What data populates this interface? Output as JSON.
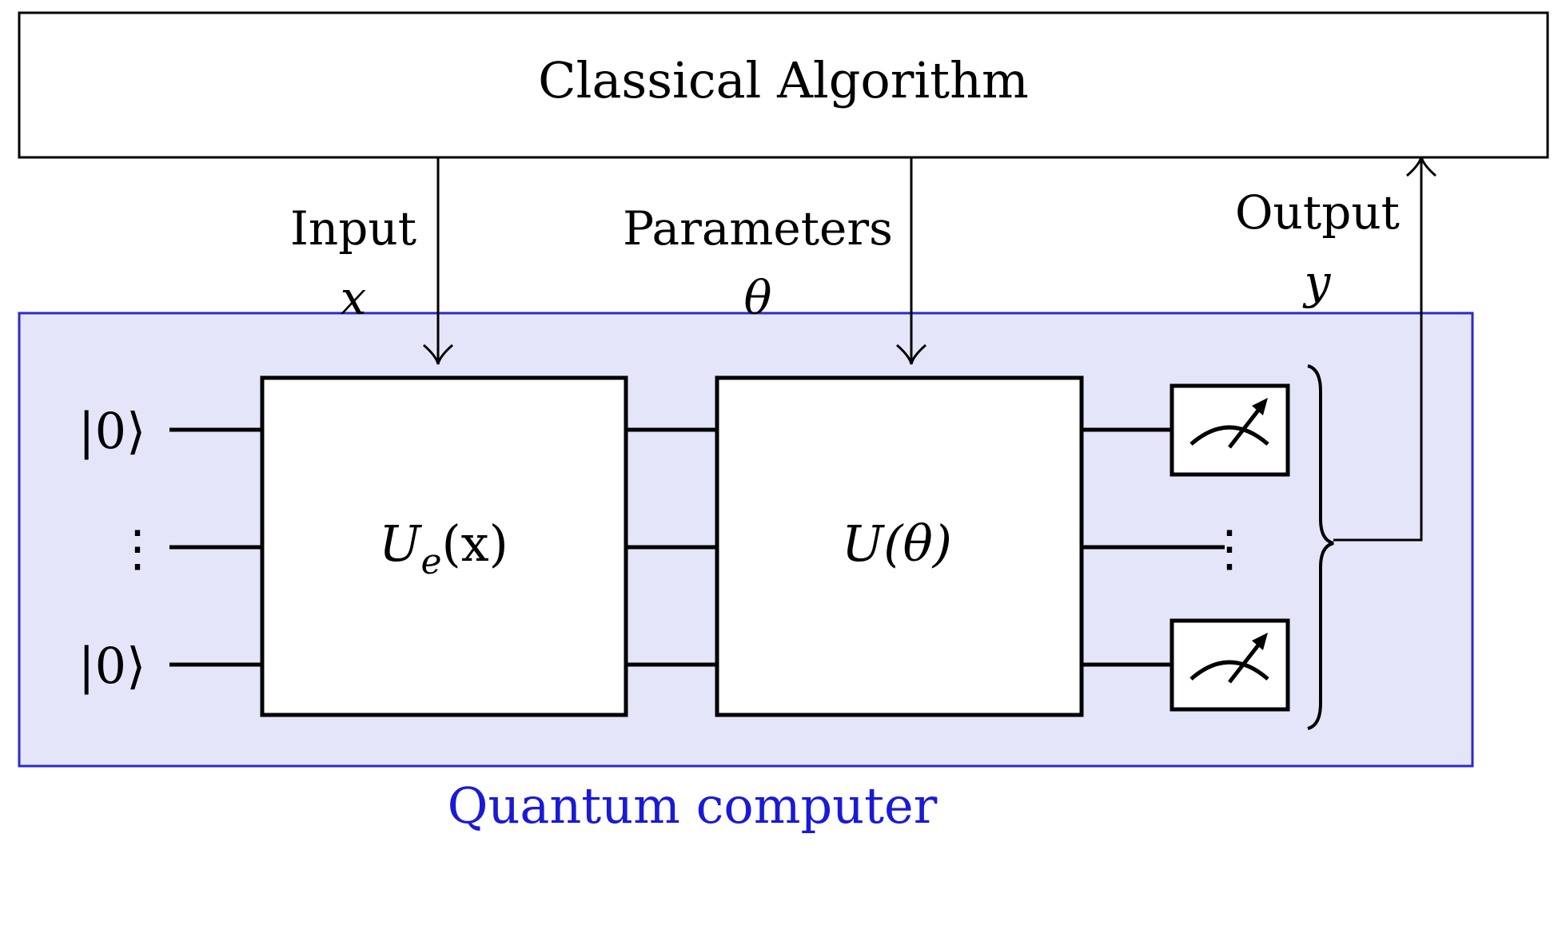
{
  "classical": {
    "title": "Classical Algorithm"
  },
  "labels": {
    "input": "Input",
    "input_var": "x",
    "parameters": "Parameters",
    "parameters_var": "θ",
    "output": "Output",
    "output_var": "y"
  },
  "quantum": {
    "caption": "Quantum computer",
    "qubit_top": "|0⟩",
    "qubit_bottom": "|0⟩",
    "ket_dots": "⋮",
    "encoding_gate": {
      "symbol": "U",
      "subscript": "e",
      "arg": "(x)"
    },
    "variational_gate": {
      "label": "U(θ)"
    },
    "measure_dots": "⋮"
  },
  "colors": {
    "quantum_fill": "#e5e5fa",
    "quantum_stroke": "#2a2acc",
    "caption_text": "#1a1ad6",
    "ink": "#000000"
  },
  "icons": [
    "meter-icon",
    "arrow-down-icon",
    "arrow-up-icon",
    "brace-icon"
  ]
}
